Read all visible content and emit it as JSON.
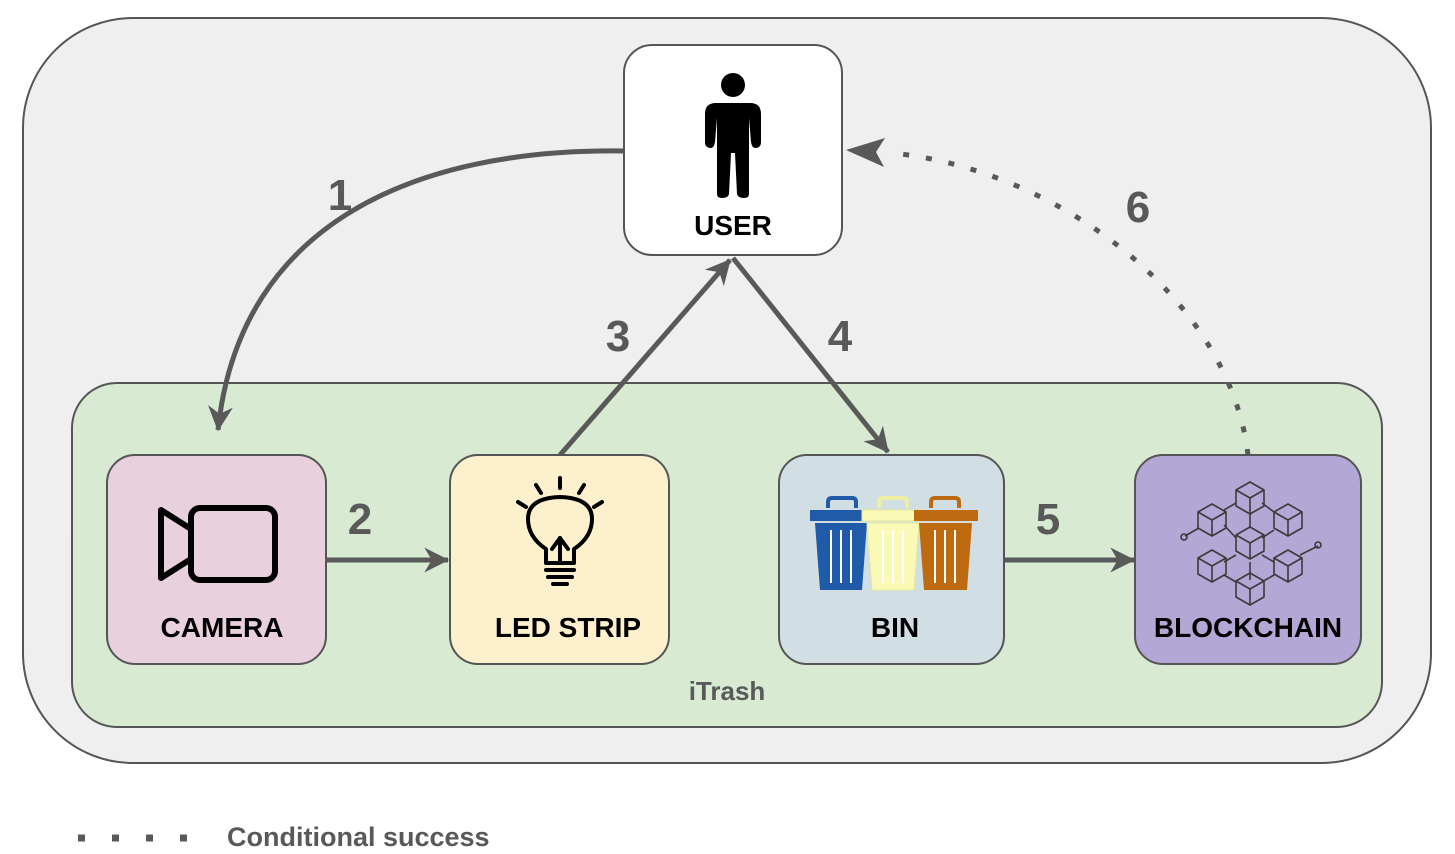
{
  "nodes": {
    "user": {
      "label": "USER",
      "icon": "person-icon"
    },
    "camera": {
      "label": "CAMERA",
      "icon": "video-camera-icon",
      "color": "#e8d0dc"
    },
    "led_strip": {
      "label": "LED STRIP",
      "icon": "lightbulb-icon",
      "color": "#fdf0cc"
    },
    "bin": {
      "label": "BIN",
      "icon": "trash-bins-icon",
      "color": "#d1dfe5"
    },
    "blockchain": {
      "label": "BLOCKCHAIN",
      "icon": "blockchain-icon",
      "color": "#b3a7d6"
    }
  },
  "container": {
    "label": "iTrash",
    "color": "#d9ead3"
  },
  "outer_background": "#efefef",
  "bin_colors": [
    "#1f5ba8",
    "#fafab6",
    "#be6a10"
  ],
  "steps": [
    {
      "label": "1",
      "from": "user",
      "to": "camera",
      "style": "solid"
    },
    {
      "label": "2",
      "from": "camera",
      "to": "led_strip",
      "style": "solid"
    },
    {
      "label": "3",
      "from": "led_strip",
      "to": "user",
      "style": "solid"
    },
    {
      "label": "4",
      "from": "user",
      "to": "bin",
      "style": "solid"
    },
    {
      "label": "5",
      "from": "bin",
      "to": "blockchain",
      "style": "solid"
    },
    {
      "label": "6",
      "from": "blockchain",
      "to": "user",
      "style": "dotted"
    }
  ],
  "legend": {
    "label": "Conditional success",
    "style": "dotted"
  },
  "arrow_color": "#595959"
}
